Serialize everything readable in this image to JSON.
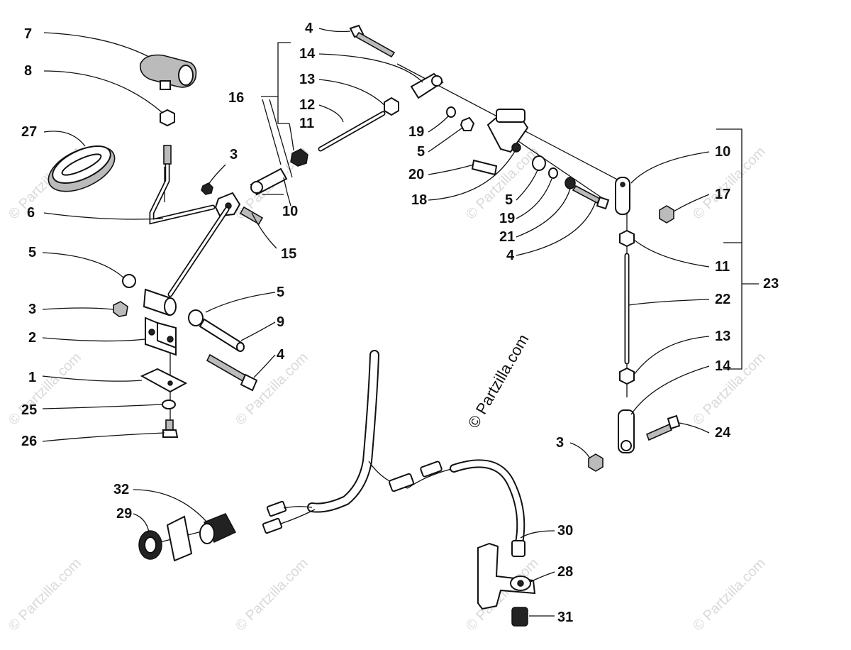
{
  "copyright": "© Partzilla.com",
  "watermark": "© Partzilla.com",
  "callouts": [
    {
      "id": "c7",
      "text": "7"
    },
    {
      "id": "c8",
      "text": "8"
    },
    {
      "id": "c27",
      "text": "27"
    },
    {
      "id": "c6",
      "text": "6"
    },
    {
      "id": "c3a",
      "text": "3"
    },
    {
      "id": "c15",
      "text": "15"
    },
    {
      "id": "c5a",
      "text": "5"
    },
    {
      "id": "c3b",
      "text": "3"
    },
    {
      "id": "c2",
      "text": "2"
    },
    {
      "id": "c1",
      "text": "1"
    },
    {
      "id": "c25",
      "text": "25"
    },
    {
      "id": "c26",
      "text": "26"
    },
    {
      "id": "c5b",
      "text": "5"
    },
    {
      "id": "c9",
      "text": "9"
    },
    {
      "id": "c4b",
      "text": "4"
    },
    {
      "id": "c4a",
      "text": "4"
    },
    {
      "id": "c14a",
      "text": "14"
    },
    {
      "id": "c13a",
      "text": "13"
    },
    {
      "id": "c12",
      "text": "12"
    },
    {
      "id": "c11a",
      "text": "11"
    },
    {
      "id": "c16",
      "text": "16"
    },
    {
      "id": "c10a",
      "text": "10"
    },
    {
      "id": "c19a",
      "text": "19"
    },
    {
      "id": "c5c",
      "text": "5"
    },
    {
      "id": "c20",
      "text": "20"
    },
    {
      "id": "c18",
      "text": "18"
    },
    {
      "id": "c5d",
      "text": "5"
    },
    {
      "id": "c19b",
      "text": "19"
    },
    {
      "id": "c21",
      "text": "21"
    },
    {
      "id": "c4c",
      "text": "4"
    },
    {
      "id": "c10b",
      "text": "10"
    },
    {
      "id": "c17",
      "text": "17"
    },
    {
      "id": "c11b",
      "text": "11"
    },
    {
      "id": "c23",
      "text": "23"
    },
    {
      "id": "c22",
      "text": "22"
    },
    {
      "id": "c13b",
      "text": "13"
    },
    {
      "id": "c14b",
      "text": "14"
    },
    {
      "id": "c24",
      "text": "24"
    },
    {
      "id": "c3c",
      "text": "3"
    },
    {
      "id": "c32",
      "text": "32"
    },
    {
      "id": "c29",
      "text": "29"
    },
    {
      "id": "c30",
      "text": "30"
    },
    {
      "id": "c28",
      "text": "28"
    },
    {
      "id": "c31",
      "text": "31"
    }
  ]
}
